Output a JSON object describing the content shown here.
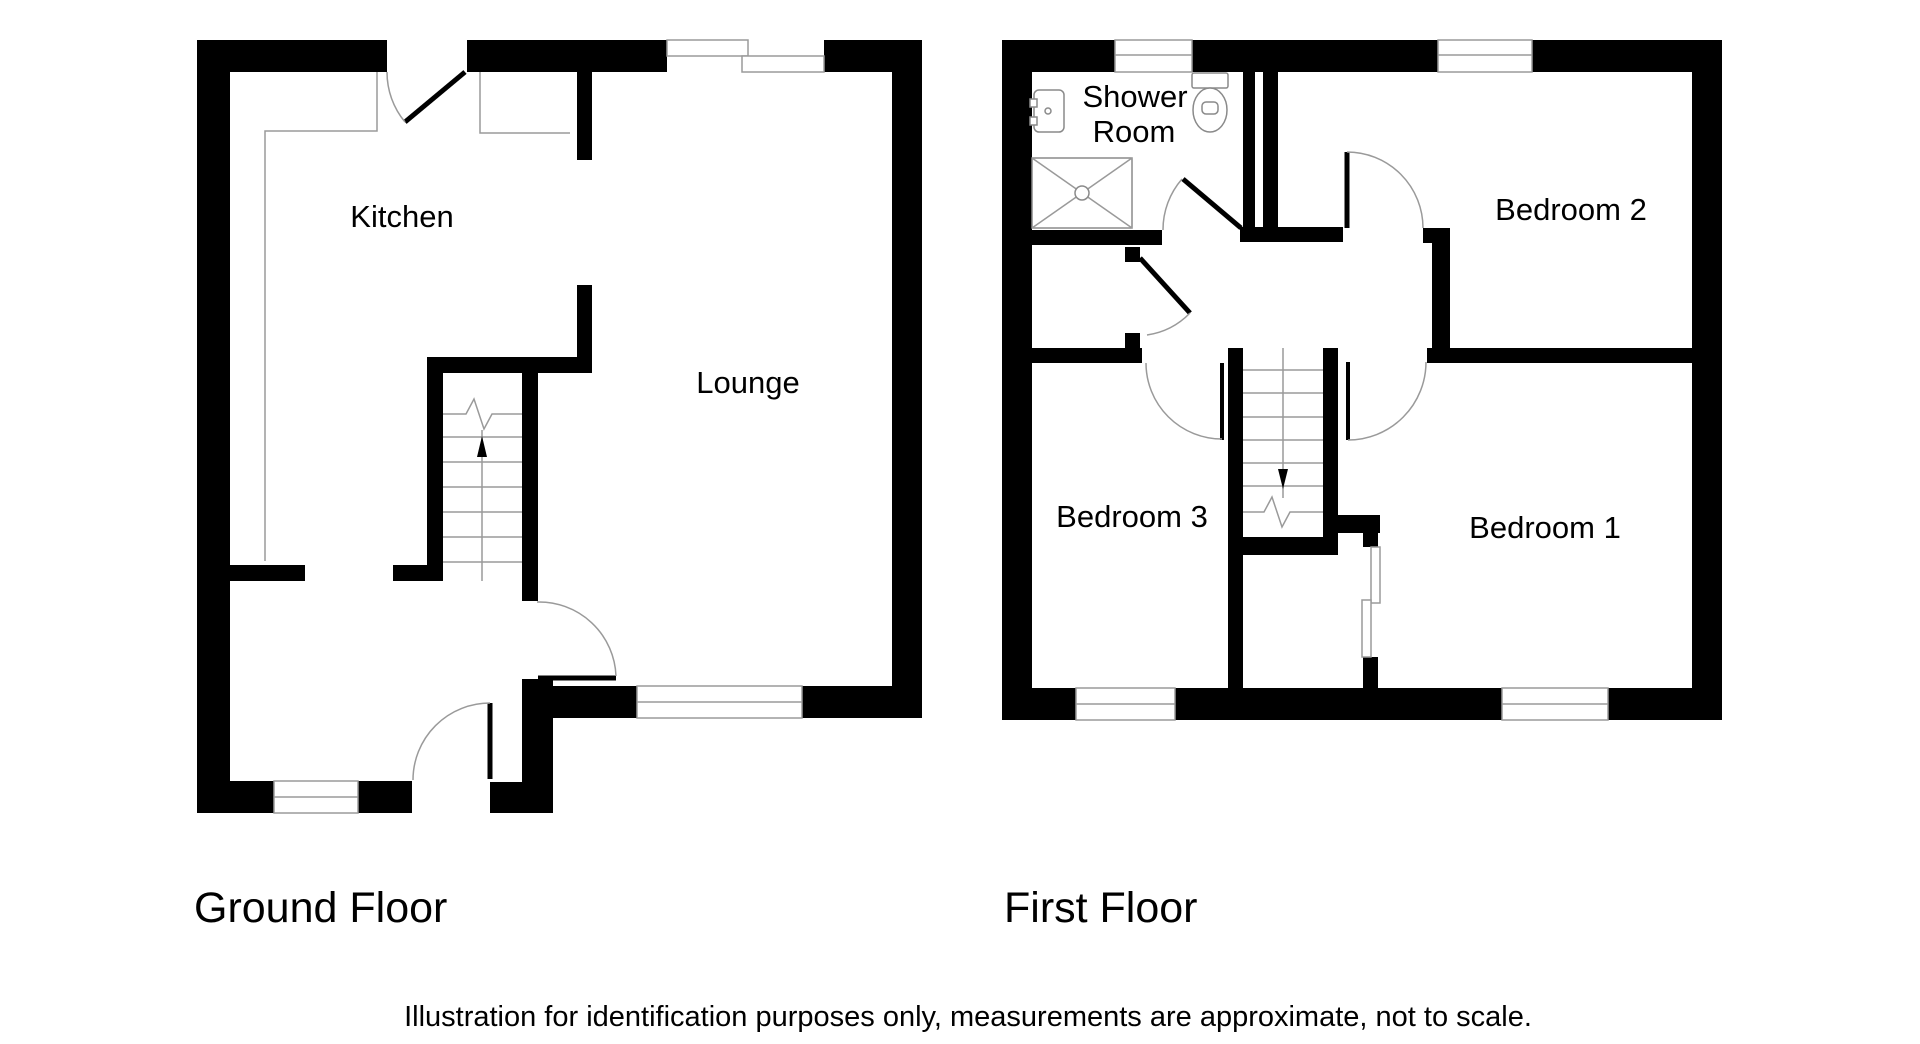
{
  "colors": {
    "wall": "#000000",
    "bg": "#ffffff",
    "hairline": "#9a9a9a",
    "fixture": "#8a8a8a",
    "text": "#000000"
  },
  "ground_floor": {
    "title": "Ground Floor",
    "rooms": {
      "kitchen": {
        "label": "Kitchen"
      },
      "lounge": {
        "label": "Lounge"
      }
    }
  },
  "first_floor": {
    "title": "First Floor",
    "rooms": {
      "shower_room": {
        "label_line1": "Shower",
        "label_line2": "Room"
      },
      "bedroom_2": {
        "label": "Bedroom 2"
      },
      "bedroom_3": {
        "label": "Bedroom 3"
      },
      "bedroom_1": {
        "label": "Bedroom 1"
      }
    }
  },
  "footer": {
    "disclaimer": "Illustration for identification purposes only, measurements are approximate, not to scale."
  }
}
